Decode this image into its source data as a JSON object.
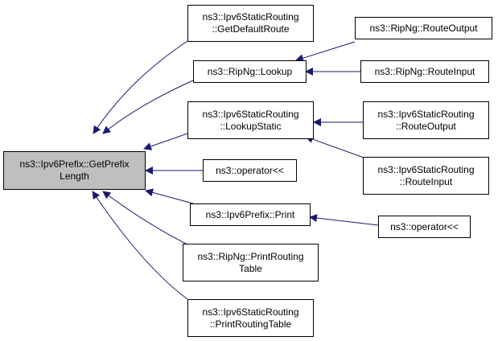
{
  "colors": {
    "edge": "#191970",
    "root_fill": "#bfbfbf",
    "node_fill": "#ffffff",
    "border": "#000000"
  },
  "nodes": {
    "root": [
      "ns3::Ipv6Prefix::GetPrefix",
      "Length"
    ],
    "getdefaultroute": [
      "ns3::Ipv6StaticRouting",
      "::GetDefaultRoute"
    ],
    "ripng_lookup": [
      "ns3::RipNg::Lookup"
    ],
    "lookupstatic": [
      "ns3::Ipv6StaticRouting",
      "::LookupStatic"
    ],
    "operator_mid": [
      "ns3::operator<<"
    ],
    "ipv6prefix_print": [
      "ns3::Ipv6Prefix::Print"
    ],
    "ripng_printroutingtable": [
      "ns3::RipNg::PrintRouting",
      "Table"
    ],
    "static_printroutingtable": [
      "ns3::Ipv6StaticRouting",
      "::PrintRoutingTable"
    ],
    "ripng_routeoutput": [
      "ns3::RipNg::RouteOutput"
    ],
    "ripng_routeinput": [
      "ns3::RipNg::RouteInput"
    ],
    "static_routeoutput": [
      "ns3::Ipv6StaticRouting",
      "::RouteOutput"
    ],
    "static_routeinput": [
      "ns3::Ipv6StaticRouting",
      "::RouteInput"
    ],
    "operator_right": [
      "ns3::operator<<"
    ]
  }
}
